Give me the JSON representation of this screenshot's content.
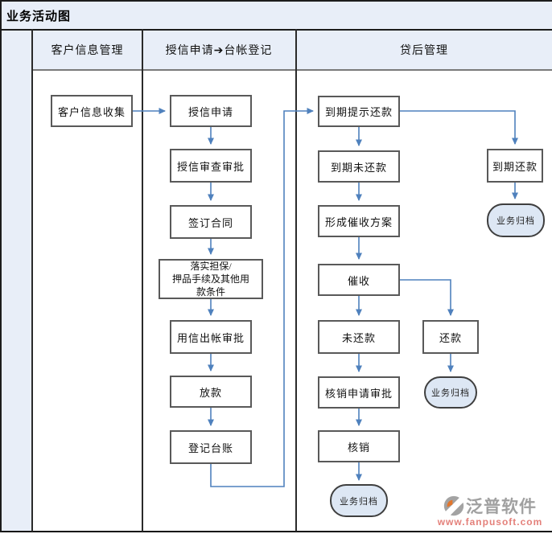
{
  "title": "业务活动图",
  "lanes": [
    {
      "label": "客户信息管理"
    },
    {
      "label": "授信申请➔台帐登记"
    },
    {
      "label": "贷后管理"
    }
  ],
  "nodes": {
    "collect_customer_info": "客户信息收集",
    "credit_apply": "授信申请",
    "credit_review_approval": "授信审查审批",
    "sign_contract": "签订合同",
    "implement_guarantee": "落实担保/\n押品手续及其他用\n款条件",
    "disbursement_approval": "用信出帐审批",
    "loan_release": "放款",
    "register_ledger": "登记台账",
    "due_reminder": "到期提示还款",
    "due_unpaid": "到期未还款",
    "due_repaid": "到期还款",
    "collection_plan": "形成催收方案",
    "collection": "催收",
    "not_repaid": "未还款",
    "repaid": "还款",
    "writeoff_apply_approval": "核销申请审批",
    "writeoff": "核销",
    "archive": "业务归档"
  },
  "watermark": {
    "brand": "泛普软件",
    "url": "www.fanpusoft.com"
  },
  "colors": {
    "band_blue": "#e8eef8",
    "ellipse_fill": "#dde7f4",
    "arrow_blue": "#4f81bd",
    "box_border": "#595959",
    "watermark_gray": "#a0a0a0",
    "watermark_red": "#e4807a"
  }
}
